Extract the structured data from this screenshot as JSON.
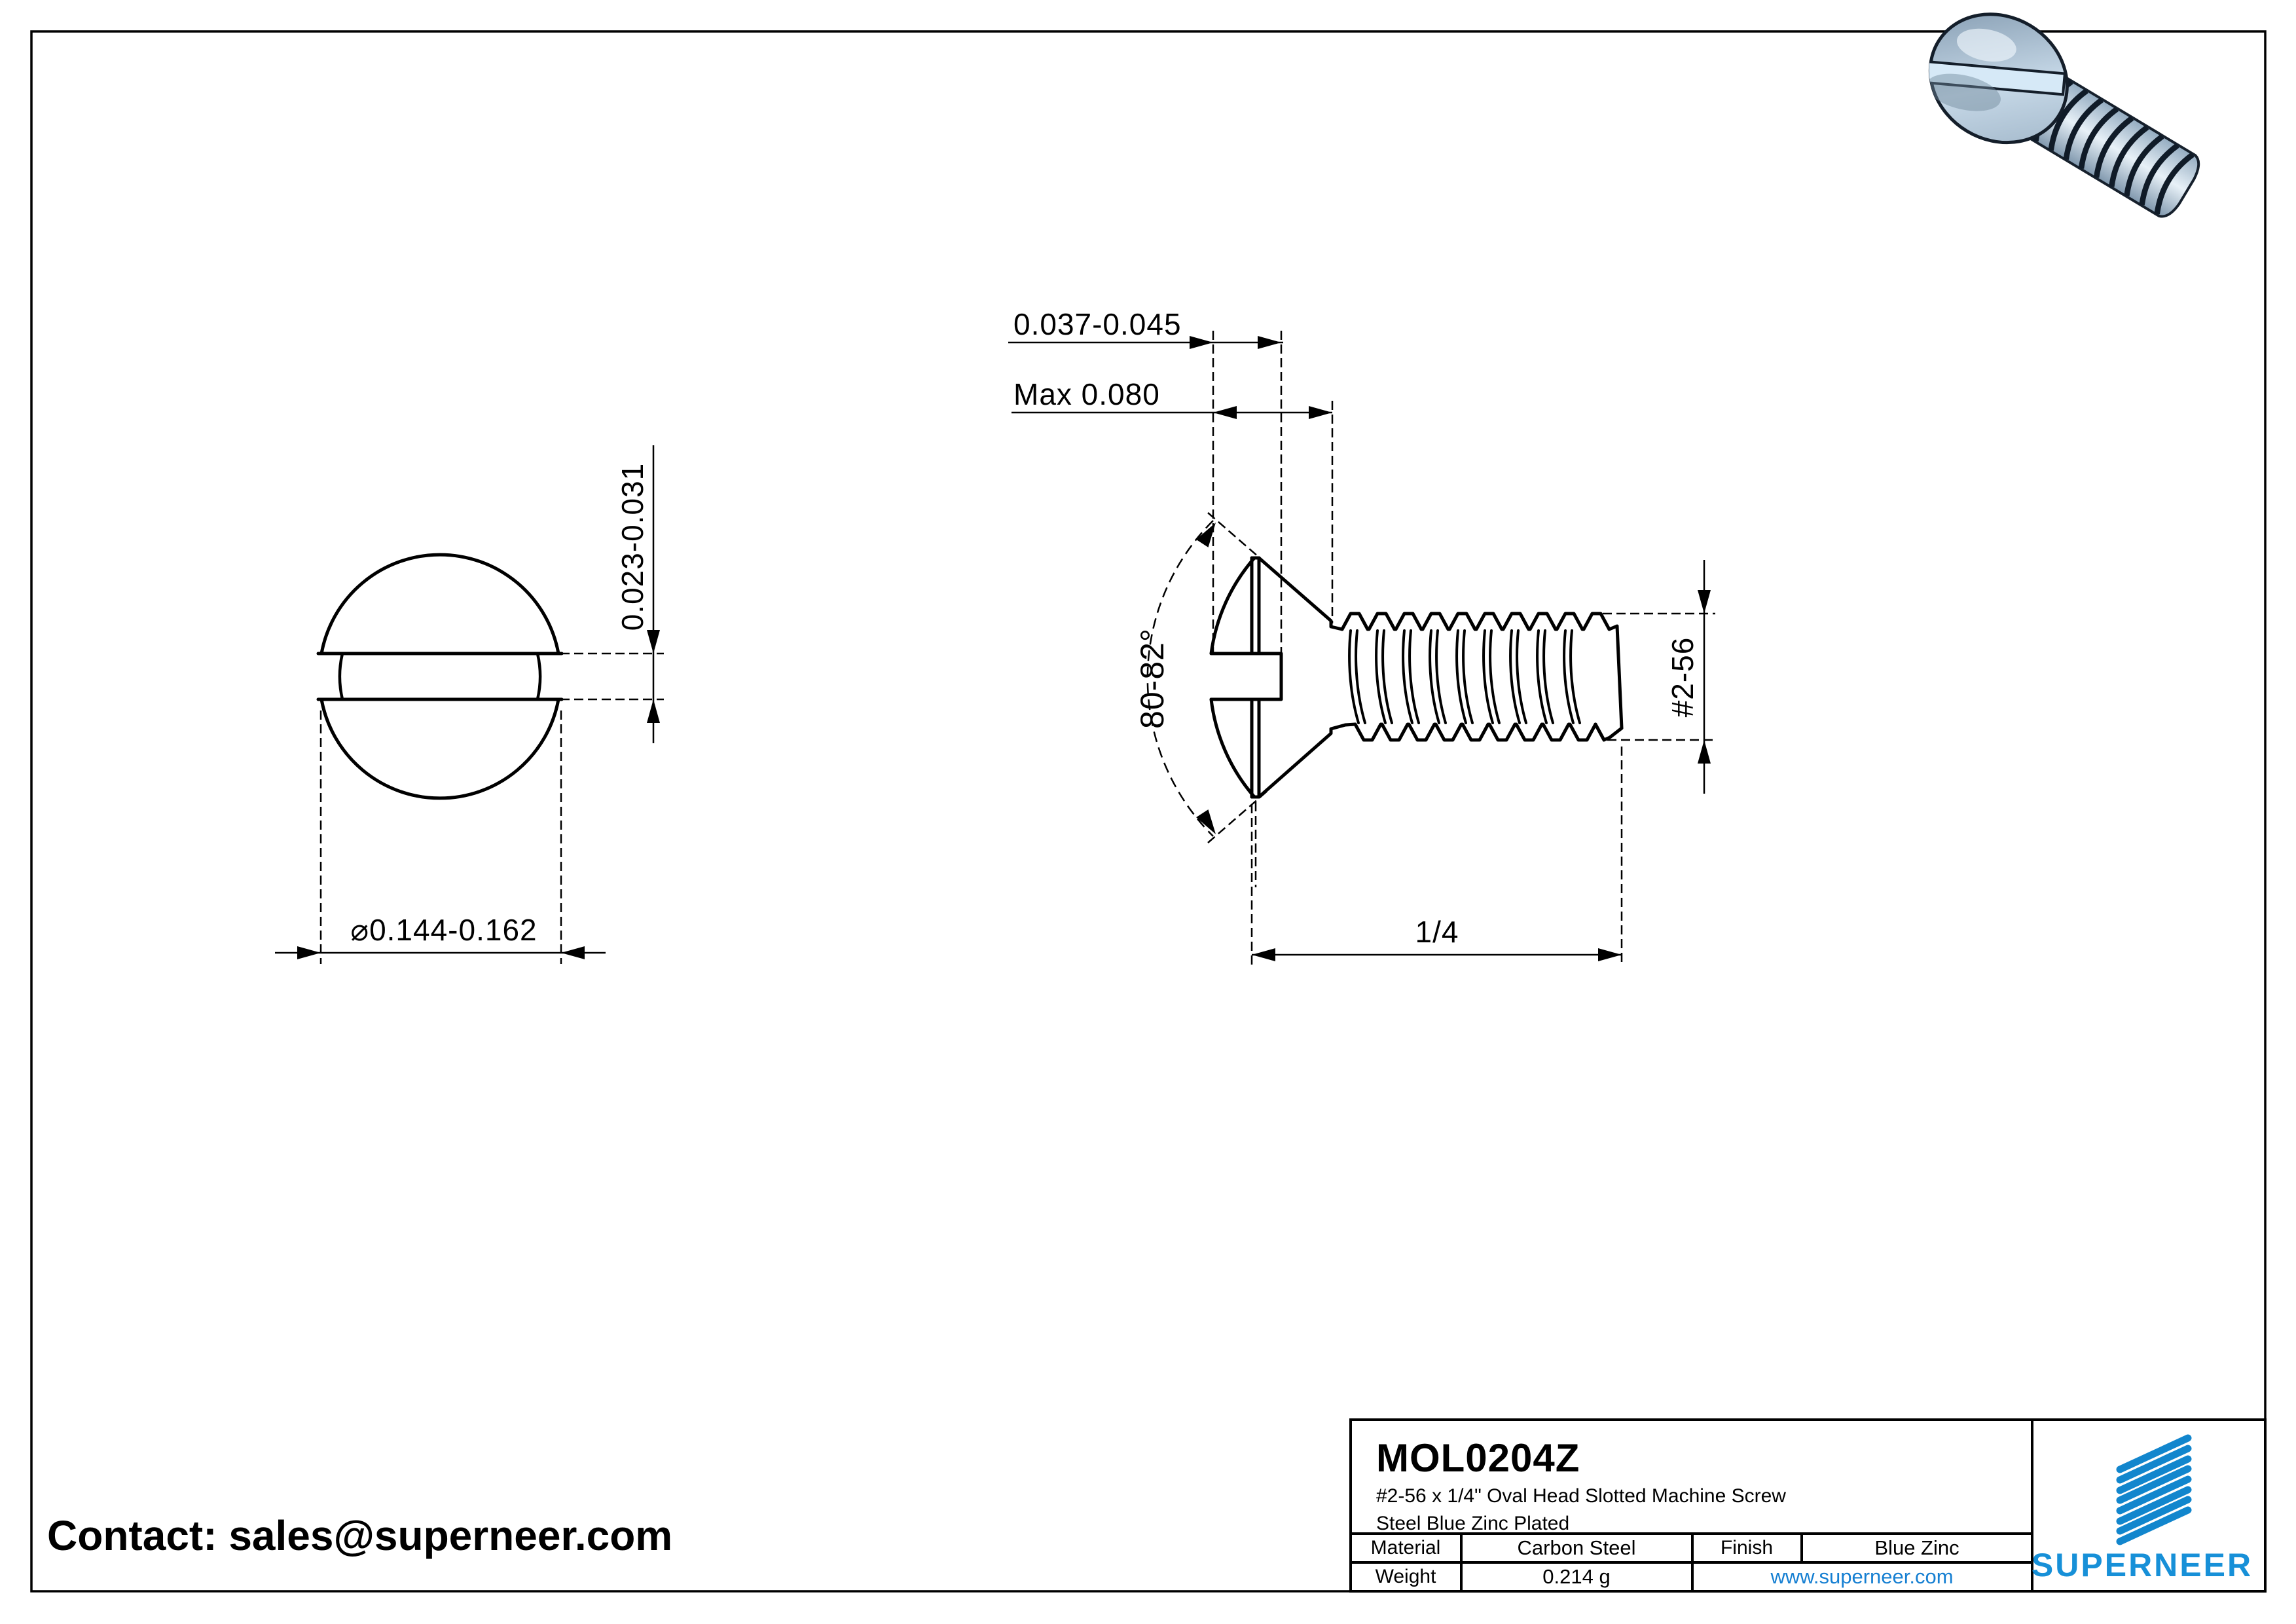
{
  "page": {
    "background": "#ffffff",
    "line_color": "#000000",
    "accent_blue": "#1286cd",
    "link_blue": "#157fd2"
  },
  "contact": {
    "label": "Contact: sales@superneer.com"
  },
  "views": {
    "front": {
      "slot_height_label": "0.023-0.031",
      "diameter_label": "⌀0.144-0.162"
    },
    "side": {
      "slot_width_label": "0.037-0.045",
      "head_height_label": "Max 0.080",
      "head_angle_label": "80-82°",
      "thread_size_label": "#2-56",
      "length_label": "1/4"
    }
  },
  "title_block": {
    "part_number": "MOL0204Z",
    "description_line1": "#2-56 x 1/4\" Oval Head Slotted Machine Screw",
    "description_line2": "Steel Blue Zinc Plated",
    "material_label": "Material",
    "material_value": "Carbon Steel",
    "finish_label": "Finish",
    "finish_value": "Blue Zinc",
    "weight_label": "Weight",
    "weight_value": "0.214 g",
    "website": "www.superneer.com",
    "brand": "SUPERNEER"
  }
}
